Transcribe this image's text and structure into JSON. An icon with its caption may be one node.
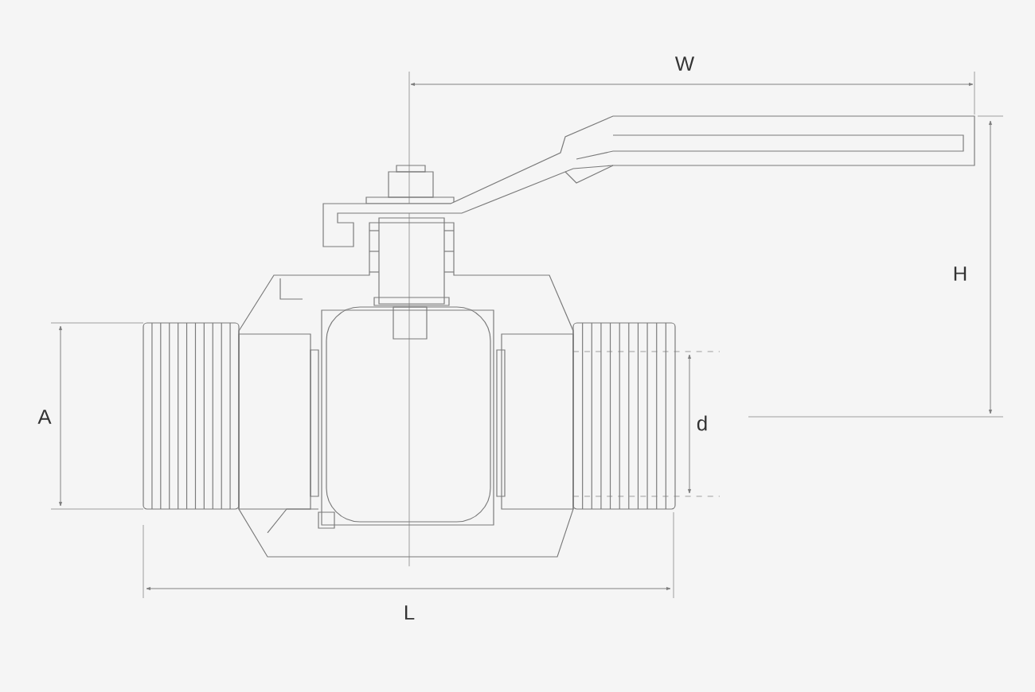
{
  "diagram": {
    "labels": [
      "W",
      "H",
      "A",
      "d",
      "L"
    ]
  }
}
